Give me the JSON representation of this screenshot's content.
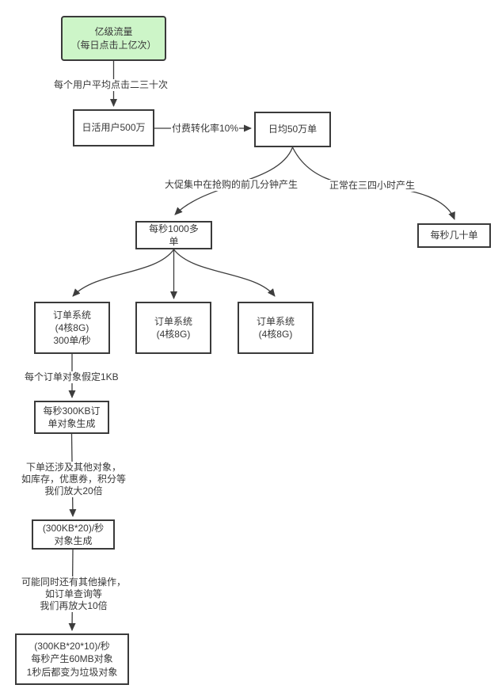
{
  "colors": {
    "highlight_fill": "#cdf5c8",
    "box_border": "#3a3a3a",
    "line": "#3d3d3d",
    "text": "#383838",
    "background": "#ffffff"
  },
  "nodes": {
    "traffic": "亿级流量\n（每日点击上亿次）",
    "dau": "日活用户500万",
    "daily_orders": "日均50万单",
    "peak_rate": "每秒1000多\n单",
    "normal_rate": "每秒几十单",
    "order_sys_1": "订单系统\n(4核8G)\n300单/秒",
    "order_sys_2": "订单系统\n(4核8G)",
    "order_sys_3": "订单系统\n(4核8G)",
    "kb_per_sec": "每秒300KB订\n单对象生成",
    "amplified_20": "(300KB*20)/秒\n对象生成",
    "final_result": "(300KB*20*10)/秒\n每秒产生60MB对象\n1秒后都变为垃圾对象"
  },
  "edge_labels": {
    "avg_clicks": "每个用户平均点击二三十次",
    "conversion": "付费转化率10%",
    "promo_burst": "大促集中在抢购的前几分钟产生",
    "normal_time": "正常在三四小时产生",
    "per_order_size": "每个订单对象假定1KB",
    "amplify_20": "下单还涉及其他对象，\n如库存，优惠券，积分等\n我们放大20倍",
    "amplify_10": "可能同时还有其他操作，\n如订单查询等\n我们再放大10倍"
  }
}
